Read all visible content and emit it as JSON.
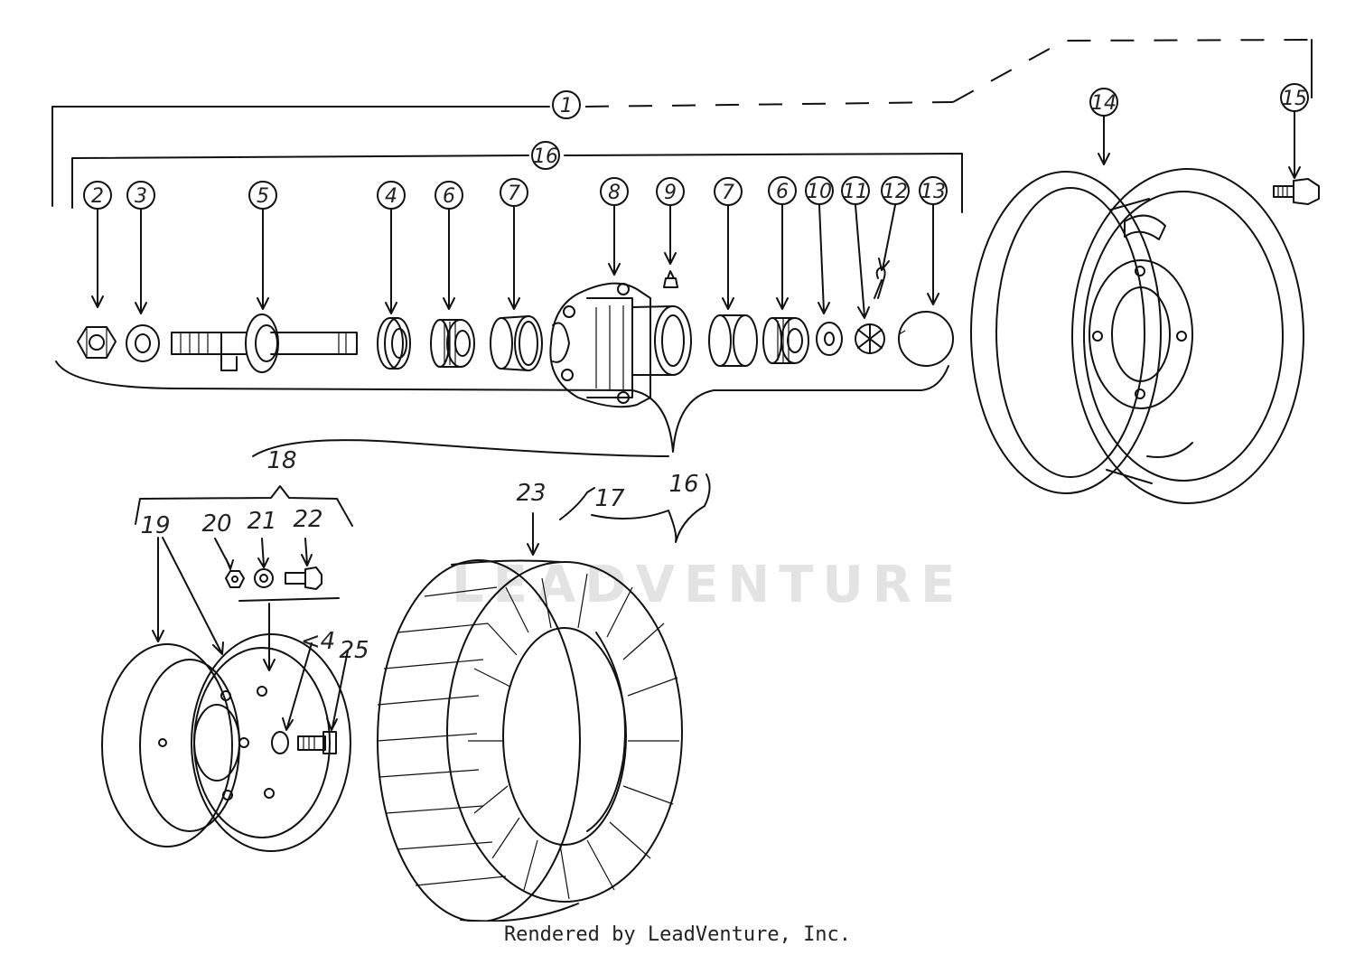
{
  "diagram": {
    "callouts": [
      {
        "id": "1",
        "label": "1"
      },
      {
        "id": "16a",
        "label": "16"
      },
      {
        "id": "2",
        "label": "2"
      },
      {
        "id": "3",
        "label": "3"
      },
      {
        "id": "5",
        "label": "5"
      },
      {
        "id": "4",
        "label": "4"
      },
      {
        "id": "6a",
        "label": "6"
      },
      {
        "id": "7a",
        "label": "7"
      },
      {
        "id": "8",
        "label": "8"
      },
      {
        "id": "9",
        "label": "9"
      },
      {
        "id": "7b",
        "label": "7"
      },
      {
        "id": "6b",
        "label": "6"
      },
      {
        "id": "10",
        "label": "10"
      },
      {
        "id": "11",
        "label": "11"
      },
      {
        "id": "12",
        "label": "12"
      },
      {
        "id": "13",
        "label": "13"
      },
      {
        "id": "14",
        "label": "14"
      },
      {
        "id": "15",
        "label": "15"
      }
    ],
    "plain_labels": {
      "l18": "18",
      "l19": "19",
      "l20": "20",
      "l21": "21",
      "l22": "22",
      "l23": "23",
      "l17": "17",
      "l16b": "16",
      "l24": "<4",
      "l25": "25"
    },
    "watermark": "LEADVENTURE",
    "colors": {
      "ink": "#111111",
      "watermark": "#e3e3e3"
    }
  },
  "footer": "Rendered by LeadVenture, Inc."
}
